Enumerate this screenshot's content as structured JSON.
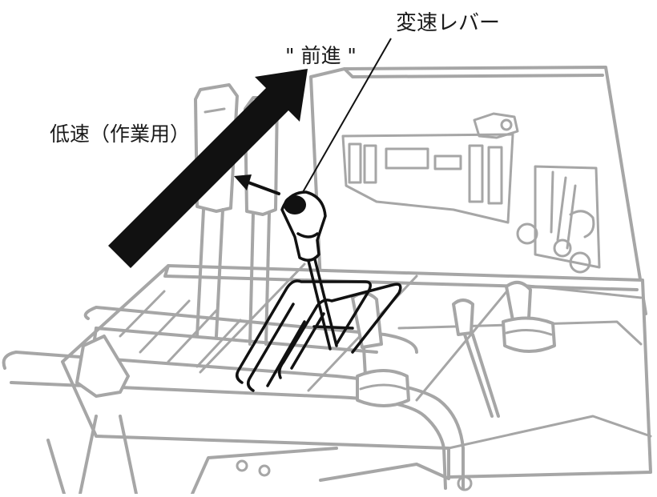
{
  "labels": {
    "shift_lever": "変速レバー",
    "forward": "\" 前進 \"",
    "low_speed": "低速（作業用）"
  },
  "colors": {
    "ink": "#111111",
    "machine_outline": "#a6a6a6",
    "background": "#ffffff"
  },
  "icons": {
    "direction_arrow": "thick-diagonal-arrow",
    "push_arrow": "small-arrow"
  }
}
